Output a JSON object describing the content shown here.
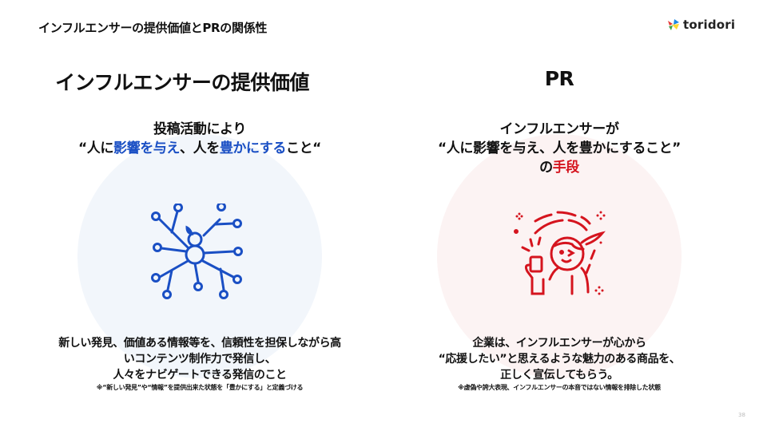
{
  "header": {
    "title": "インフルエンサーの提供価値とPRの関係性",
    "logo_text": "toridori",
    "logo_colors": [
      "#e53935",
      "#1e88e5",
      "#fdd835",
      "#43a047"
    ]
  },
  "left": {
    "heading": "インフルエンサーの提供価値",
    "subtitle_line1": "投稿活動により",
    "subtitle_line2_parts": [
      "“人に",
      "影響を与え",
      "、人を",
      "豊かにする",
      "こと“"
    ],
    "icon": "network-person-icon",
    "accent_color": "#1a4fc4",
    "circle_color": "#f2f6fb",
    "body_lines": [
      "新しい発見、価値ある情報等を、信頼性を担保しながら高",
      "いコンテンツ制作力で発信し、",
      "人々をナビゲートできる発信のこと"
    ],
    "note": "※“新しい発見”や“情報”を提供出来た状態を「豊かにする」と定義づける"
  },
  "right": {
    "heading": "PR",
    "subtitle_line1": "インフルエンサーが",
    "subtitle_line2": "“人に影響を与え、人を豊かにすること”",
    "subtitle_line3_parts": [
      "の",
      "手段"
    ],
    "icon": "influencer-selfie-icon",
    "accent_color": "#d5141e",
    "circle_color": "#fcf3f3",
    "body_lines": [
      "企業は、インフルエンサーが心から",
      "“応援したい”と思えるような魅力のある商品を、",
      "正しく宣伝してもらう。"
    ],
    "note": "※虚偽や誇大表現、インフルエンサーの本音ではない情報を排除した状態"
  },
  "footer": {
    "page_number": "38"
  }
}
